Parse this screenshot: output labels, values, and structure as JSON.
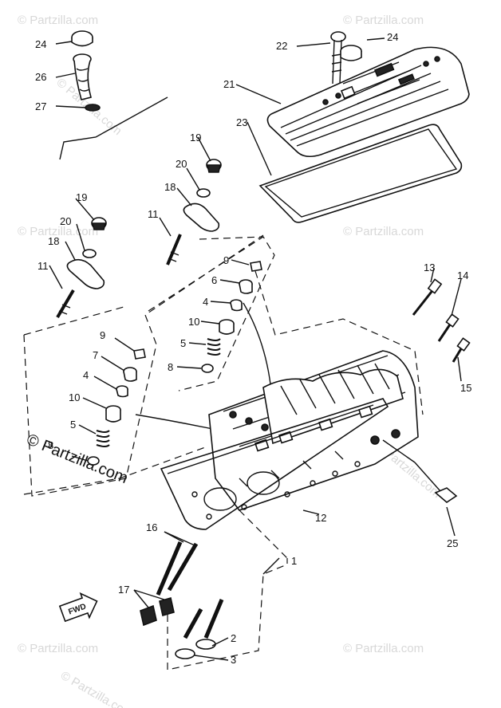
{
  "watermark": {
    "text": "© Partzilla.com",
    "main_text": "© Partzilla.com"
  },
  "fwd_label": "FWD",
  "callouts": [
    {
      "id": "c24a",
      "text": "24"
    },
    {
      "id": "c26",
      "text": "26"
    },
    {
      "id": "c27",
      "text": "27"
    },
    {
      "id": "c22",
      "text": "22"
    },
    {
      "id": "c24b",
      "text": "24"
    },
    {
      "id": "c21",
      "text": "21"
    },
    {
      "id": "c23",
      "text": "23"
    },
    {
      "id": "c19a",
      "text": "19"
    },
    {
      "id": "c20a",
      "text": "20"
    },
    {
      "id": "c18a",
      "text": "18"
    },
    {
      "id": "c11a",
      "text": "11"
    },
    {
      "id": "c19b",
      "text": "19"
    },
    {
      "id": "c20b",
      "text": "20"
    },
    {
      "id": "c18b",
      "text": "18"
    },
    {
      "id": "c11b",
      "text": "11"
    },
    {
      "id": "c9a",
      "text": "9"
    },
    {
      "id": "c6",
      "text": "6"
    },
    {
      "id": "c4a",
      "text": "4"
    },
    {
      "id": "c10a",
      "text": "10"
    },
    {
      "id": "c5a",
      "text": "5"
    },
    {
      "id": "c8a",
      "text": "8"
    },
    {
      "id": "c9b",
      "text": "9"
    },
    {
      "id": "c7",
      "text": "7"
    },
    {
      "id": "c4b",
      "text": "4"
    },
    {
      "id": "c10b",
      "text": "10"
    },
    {
      "id": "c5b",
      "text": "5"
    },
    {
      "id": "c8b",
      "text": "8"
    },
    {
      "id": "c13",
      "text": "13"
    },
    {
      "id": "c14",
      "text": "14"
    },
    {
      "id": "c15",
      "text": "15"
    },
    {
      "id": "c12",
      "text": "12"
    },
    {
      "id": "c25",
      "text": "25"
    },
    {
      "id": "c1",
      "text": "1"
    },
    {
      "id": "c16",
      "text": "16"
    },
    {
      "id": "c17",
      "text": "17"
    },
    {
      "id": "c2",
      "text": "2"
    },
    {
      "id": "c3",
      "text": "3"
    }
  ]
}
